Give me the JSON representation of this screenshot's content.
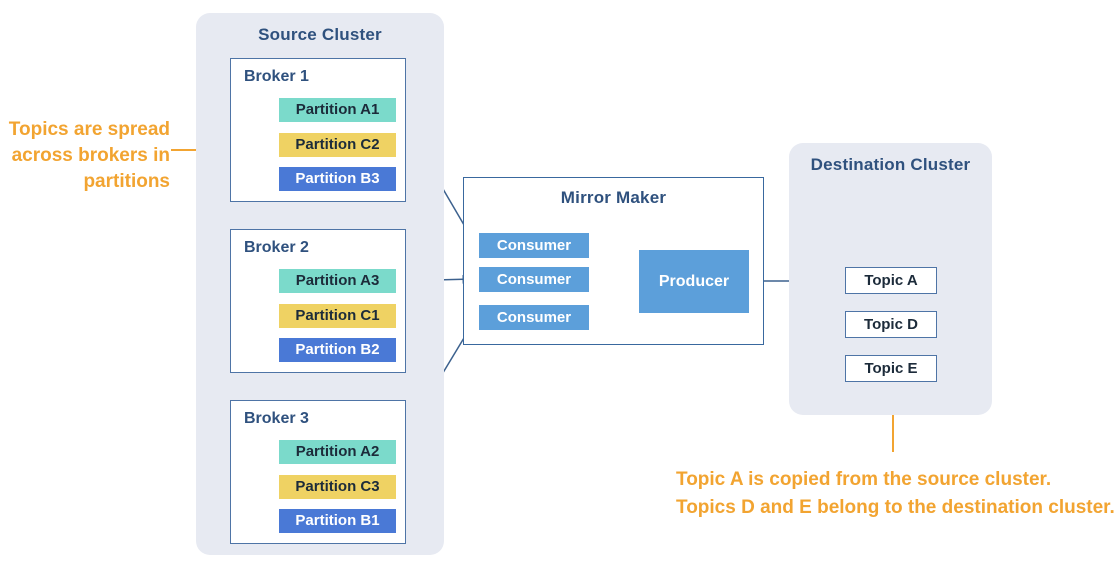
{
  "colors": {
    "orange": "#F2A431",
    "teal": "#7BDACB",
    "yellow": "#EFD263",
    "partition-blue": "#4A79D6",
    "box-blue": "#5C9FDA",
    "line-blue": "#3C618E",
    "cluster-bg": "#E7EAF2",
    "navy": "#2F517E",
    "border-blue": "#4E74A6",
    "mm-border": "#39689E",
    "text-dark": "#1C2B3A"
  },
  "annotations": {
    "left": {
      "line1": "Topics are spread",
      "line2": "across brokers in",
      "line3": "partitions"
    },
    "bottom": {
      "line1": "Topic A is copied from the source cluster.",
      "line2": "Topics D and E belong to the destination cluster."
    }
  },
  "source_cluster": {
    "title": "Source Cluster",
    "brokers": [
      {
        "label": "Broker 1",
        "partitions": [
          {
            "label": "Partition A1",
            "color": "teal"
          },
          {
            "label": "Partition C2",
            "color": "yellow"
          },
          {
            "label": "Partition B3",
            "color": "blue"
          }
        ]
      },
      {
        "label": "Broker 2",
        "partitions": [
          {
            "label": "Partition A3",
            "color": "teal"
          },
          {
            "label": "Partition C1",
            "color": "yellow"
          },
          {
            "label": "Partition B2",
            "color": "blue"
          }
        ]
      },
      {
        "label": "Broker 3",
        "partitions": [
          {
            "label": "Partition A2",
            "color": "teal"
          },
          {
            "label": "Partition C3",
            "color": "yellow"
          },
          {
            "label": "Partition B1",
            "color": "blue"
          }
        ]
      }
    ]
  },
  "mirror_maker": {
    "title": "Mirror Maker",
    "consumers": [
      "Consumer",
      "Consumer",
      "Consumer"
    ],
    "producer": "Producer"
  },
  "destination_cluster": {
    "title": "Destination Cluster",
    "topics": [
      "Topic A",
      "Topic D",
      "Topic E"
    ]
  }
}
